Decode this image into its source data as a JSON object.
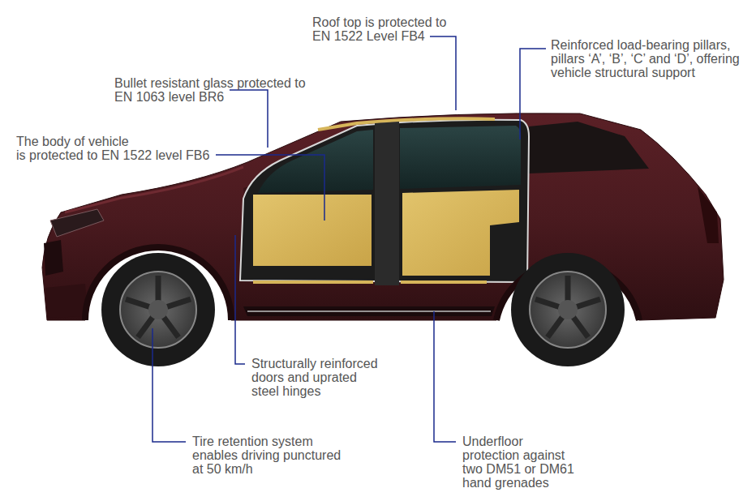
{
  "diagram": {
    "labels": [
      "Roof top is protected to EN 1522 Level FB4",
      "Reinforced load-bearing pillars, pillars ‘A’, ‘B’, ‘C’ and ‘D’, offering vehicle structural support",
      "Bullet resistant glass protected to EN 1063 level BR6",
      "The body of vehicle is protected to EN 1522 level FB6",
      "Structurally reinforced doors and uprated steel hinges",
      "Tire retention system enables driving punctured at 50 km/h",
      "Underfloor protection against two DM51 or DM61 hand grenades"
    ]
  }
}
